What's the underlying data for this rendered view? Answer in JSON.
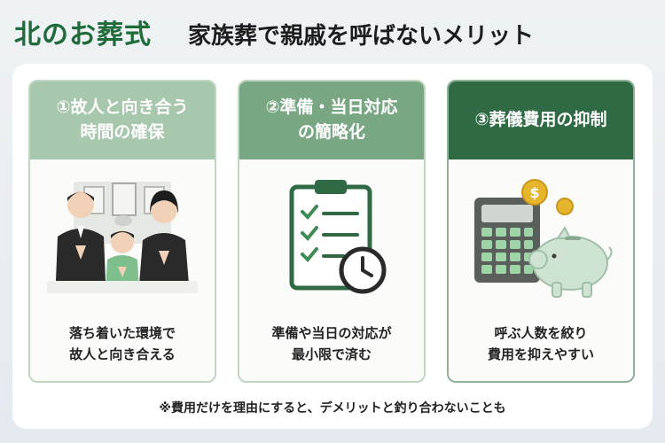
{
  "header": {
    "logo": "北のお葬式",
    "title": "家族葬で親戚を呼ばないメリット"
  },
  "cards": [
    {
      "heading_lines": [
        "①故人と向き合う",
        "時間の確保"
      ],
      "illustration": "family-praying",
      "description_lines": [
        "落ち着いた環境で",
        "故人と向き合える"
      ]
    },
    {
      "heading_lines": [
        "②準備・当日対応",
        "の簡略化"
      ],
      "illustration": "clipboard-checklist-clock-icon",
      "description_lines": [
        "準備や当日の対応が",
        "最小限で済む"
      ]
    },
    {
      "heading_lines": [
        "③葬儀費用の抑制"
      ],
      "illustration": "calculator-piggy-bank-coins-icon",
      "description_lines": [
        "呼ぶ人数を絞り",
        "費用を抑えやすい"
      ]
    }
  ],
  "footnote": "※費用だけを理由にすると、デメリットと釣り合わないことも",
  "colors": {
    "brand_green": "#1f6b3a",
    "card1_header": "#a8c8ad",
    "card2_header": "#79a784",
    "card3_header": "#2f6a45"
  }
}
